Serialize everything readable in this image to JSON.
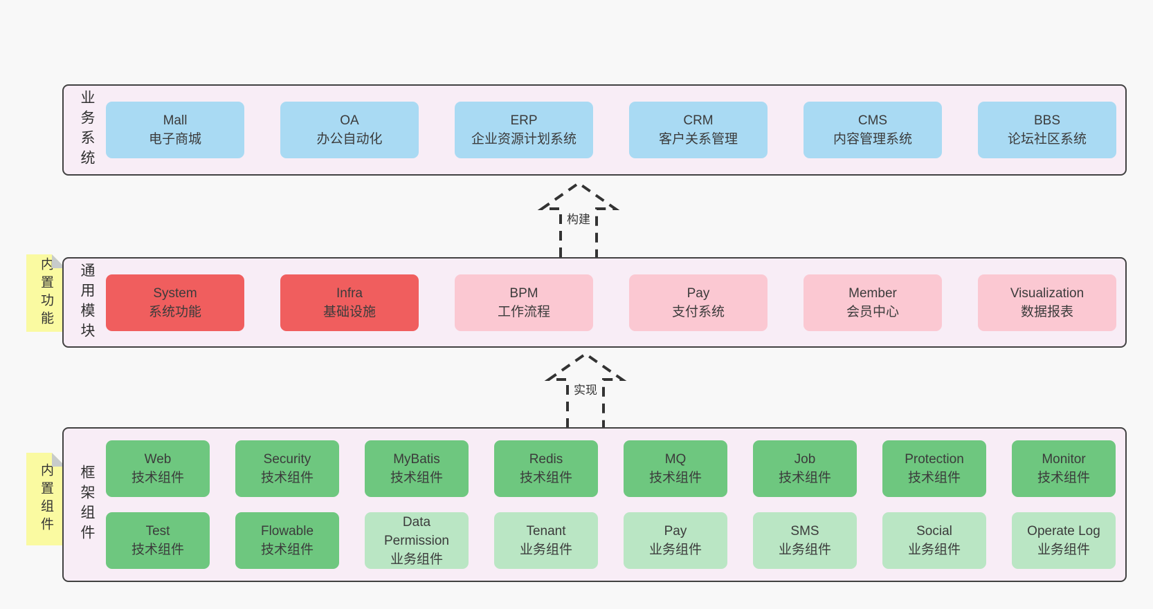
{
  "colors": {
    "page_bg": "#f8f8f8",
    "panel_bg": "#f8edf6",
    "panel_border": "#414141",
    "blue": "#a9daf3",
    "red": "#f05e5e",
    "pink": "#fbc8d2",
    "green": "#6ec77f",
    "light_green": "#bae6c4",
    "note_yellow": "#fafaa1",
    "note_fold": "#c7cbcb",
    "text": "#3b3b3b"
  },
  "band1": {
    "label": "业务系统",
    "boxes": [
      {
        "en": "Mall",
        "zh": "电子商城"
      },
      {
        "en": "OA",
        "zh": "办公自动化"
      },
      {
        "en": "ERP",
        "zh": "企业资源计划系统"
      },
      {
        "en": "CRM",
        "zh": "客户关系管理"
      },
      {
        "en": "CMS",
        "zh": "内容管理系统"
      },
      {
        "en": "BBS",
        "zh": "论坛社区系统"
      }
    ]
  },
  "arrows": [
    {
      "label": "构建"
    },
    {
      "label": "实现"
    }
  ],
  "band2": {
    "label": "通用模块",
    "note": "内置功能",
    "boxes": [
      {
        "en": "System",
        "zh": "系统功能"
      },
      {
        "en": "Infra",
        "zh": "基础设施"
      },
      {
        "en": "BPM",
        "zh": "工作流程"
      },
      {
        "en": "Pay",
        "zh": "支付系统"
      },
      {
        "en": "Member",
        "zh": "会员中心"
      },
      {
        "en": "Visualization",
        "zh": "数据报表"
      }
    ]
  },
  "band3": {
    "label": "框架组件",
    "note": "内置组件",
    "row1": [
      {
        "en": "Web",
        "zh": "技术组件"
      },
      {
        "en": "Security",
        "zh": "技术组件"
      },
      {
        "en": "MyBatis",
        "zh": "技术组件"
      },
      {
        "en": "Redis",
        "zh": "技术组件"
      },
      {
        "en": "MQ",
        "zh": "技术组件"
      },
      {
        "en": "Job",
        "zh": "技术组件"
      },
      {
        "en": "Protection",
        "zh": "技术组件"
      },
      {
        "en": "Monitor",
        "zh": "技术组件"
      }
    ],
    "row2": [
      {
        "en": "Test",
        "zh": "技术组件"
      },
      {
        "en": "Flowable",
        "zh": "技术组件"
      },
      {
        "en": "Data Permission",
        "zh": "业务组件"
      },
      {
        "en": "Tenant",
        "zh": "业务组件"
      },
      {
        "en": "Pay",
        "zh": "业务组件"
      },
      {
        "en": "SMS",
        "zh": "业务组件"
      },
      {
        "en": "Social",
        "zh": "业务组件"
      },
      {
        "en": "Operate Log",
        "zh": "业务组件"
      }
    ]
  }
}
